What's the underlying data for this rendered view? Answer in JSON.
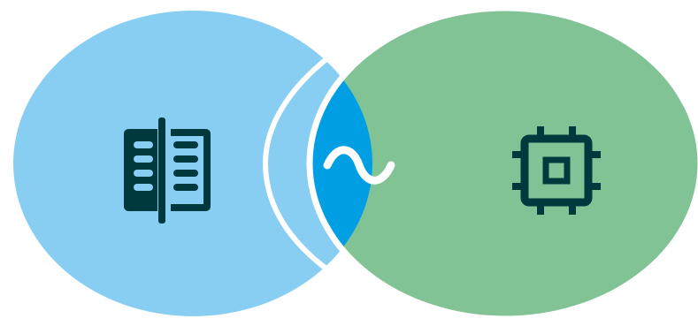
{
  "diagram": {
    "kind": "venn",
    "sets": [
      {
        "id": "left",
        "icon": "document-spread-icon",
        "fill_color": "#87CEF2"
      },
      {
        "id": "right",
        "icon": "processor-chip-icon",
        "fill_color": "#82C396"
      }
    ],
    "intersection": {
      "icon": "tilde-wave-icon",
      "fill_color": "#009FE3",
      "outline_color": "#FFFFFF"
    },
    "icon_color": "#00393D"
  }
}
